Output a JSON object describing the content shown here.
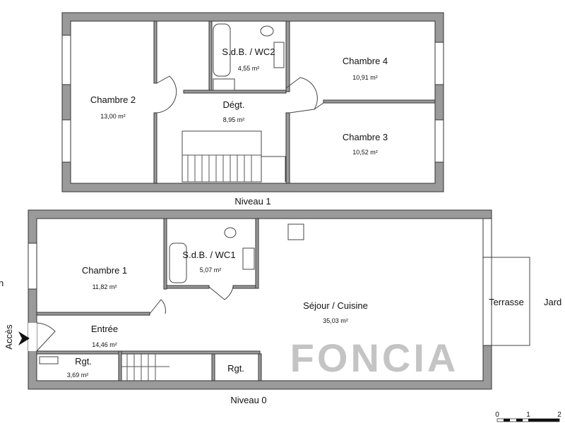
{
  "watermark": "FONCIA",
  "levels": {
    "upper": {
      "label": "Niveau 1",
      "rooms": [
        {
          "name": "Chambre 2",
          "area": "13,00 m²"
        },
        {
          "name": "S.d.B. / WC2",
          "area": "4,55 m²"
        },
        {
          "name": "Chambre 4",
          "area": "10,91 m²"
        },
        {
          "name": "Dégt.",
          "area": "8,95 m²"
        },
        {
          "name": "Chambre 3",
          "area": "10,52 m²"
        }
      ]
    },
    "lower": {
      "label": "Niveau 0",
      "rooms": [
        {
          "name": "Chambre 1",
          "area": "11,82 m²"
        },
        {
          "name": "S.d.B. / WC1",
          "area": "5,07 m²"
        },
        {
          "name": "Séjour / Cuisine",
          "area": "35,03 m²"
        },
        {
          "name": "Entrée",
          "area": "14,46 m²"
        },
        {
          "name": "Rgt.",
          "area": "3,69 m²"
        },
        {
          "name": "Rgt.",
          "area": ""
        }
      ]
    }
  },
  "outside": {
    "terrasse": "Terrasse",
    "jardin_right": "Jard",
    "jardin_left": "n",
    "access": "Accès"
  },
  "scale": {
    "ticks": [
      "0",
      "1",
      "2"
    ]
  },
  "colors": {
    "wall": "#9a9a9a"
  }
}
